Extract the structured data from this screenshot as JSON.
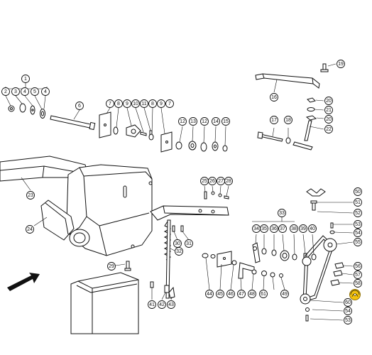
{
  "diagram": {
    "accent_color": "#f4c20d",
    "callouts": {
      "c1": "1",
      "c2": "2",
      "c3": "3",
      "c4": "4",
      "c5": "5",
      "c4b": "4",
      "c6": "6",
      "c7a": "7",
      "c8": "8",
      "c9": "9",
      "c10": "10",
      "c11": "11",
      "c8b": "8",
      "c9b": "9",
      "c7b": "7",
      "c12a": "12",
      "c13": "13",
      "c12b": "12",
      "c14": "14",
      "c15": "15",
      "c16": "16",
      "c19": "19",
      "c20a": "20",
      "c21": "21",
      "c20b": "20",
      "c17": "17",
      "c18": "18",
      "c22": "22",
      "c23": "23",
      "c24": "24",
      "c25": "25",
      "c26": "26",
      "c27": "27",
      "c28": "28",
      "c29": "29",
      "c30": "30",
      "c31": "31",
      "c32": "32",
      "c33": "33",
      "c34": "34",
      "c35": "35",
      "c36": "36",
      "c37": "37",
      "c38": "38",
      "c39": "39",
      "c40": "40",
      "c41": "41",
      "c42": "42",
      "c43": "43",
      "c44": "44",
      "c45": "45",
      "c46": "46",
      "c47": "47",
      "c48": "48",
      "c61": "61",
      "c49": "49",
      "c50": "50",
      "c51": "51",
      "c52": "52",
      "c53a": "53",
      "c54a": "54",
      "c55": "55",
      "c56": "56",
      "c57": "57",
      "c58": "58",
      "c60": "60",
      "c54b": "54",
      "c53b": "53"
    }
  }
}
